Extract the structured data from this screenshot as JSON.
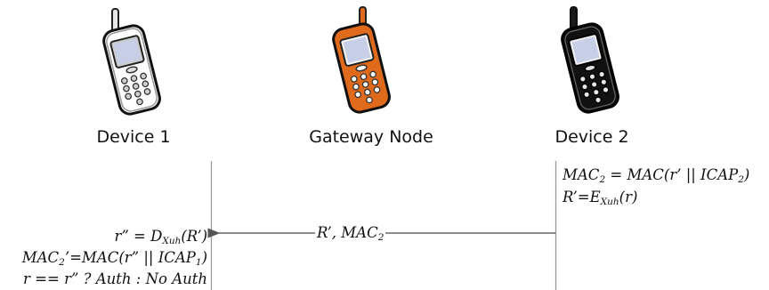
{
  "devices": [
    {
      "label": "Device 1",
      "icon": "white-mobile-phone-icon",
      "color": "#ffffff"
    },
    {
      "label": "Gateway Node",
      "icon": "orange-mobile-phone-icon",
      "color": "#e06a1b"
    },
    {
      "label": "Device 2",
      "icon": "black-mobile-phone-icon",
      "color": "#111111"
    }
  ],
  "message": {
    "label_main": "R’, MAC",
    "label_sub": "2",
    "direction": "Device 2 to Device 1"
  },
  "device2_computation": {
    "line1_a": "MAC",
    "line1_sub1": "2",
    "line1_b": " =  MAC(r’ || ICAP",
    "line1_sub2": "2",
    "line1_c": ")",
    "line2_a": "R’=E",
    "line2_sub": "Xuh",
    "line2_b": "(r)"
  },
  "device1_computation": {
    "line1_a": "r” = D",
    "line1_sub": "Xuh",
    "line1_b": "(R’)",
    "line2_a": "MAC",
    "line2_sub1": "2",
    "line2_b": "’=MAC(r” || ICAP",
    "line2_sub2": "1",
    "line2_c": ")",
    "line3": "r == r” ? Auth : No Auth"
  }
}
